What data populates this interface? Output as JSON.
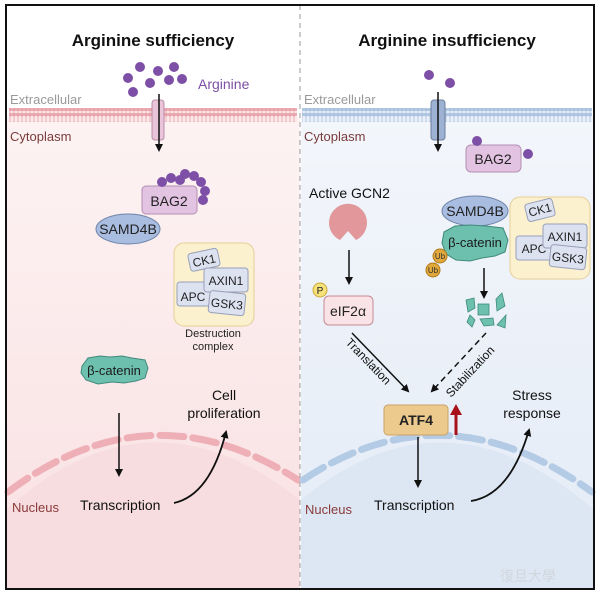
{
  "panels": {
    "left": {
      "title": "Arginine sufficiency",
      "arginine_label": "Arginine",
      "extracellular_label": "Extracellular",
      "cytoplasm_label": "Cytoplasm",
      "nucleus_label": "Nucleus",
      "bag2_label": "BAG2",
      "samd4b_label": "SAMD4B",
      "destruction_complex": {
        "ck1": "CK1",
        "axin1": "AXIN1",
        "apc": "APC",
        "gsk3": "GSK3",
        "caption_line1": "Destruction",
        "caption_line2": "complex"
      },
      "beta_catenin_label": "β-catenin",
      "transcription_label": "Transcription",
      "outcome_line1": "Cell",
      "outcome_line2": "proliferation"
    },
    "right": {
      "title": "Arginine insufficiency",
      "extracellular_label": "Extracellular",
      "cytoplasm_label": "Cytoplasm",
      "nucleus_label": "Nucleus",
      "bag2_label": "BAG2",
      "gcn2_label": "Active GCN2",
      "phospho_label": "P",
      "eif2a_label": "eIF2α",
      "samd4b_label": "SAMD4B",
      "beta_catenin_label": "β-catenin",
      "ub1_label": "Ub",
      "ub2_label": "Ub",
      "destruction_complex": {
        "ck1": "CK1",
        "axin1": "AXIN1",
        "apc": "APC",
        "gsk3": "GSK3"
      },
      "translation_label": "Translation",
      "stabilization_label": "Stabilization",
      "atf4_label": "ATF4",
      "transcription_label": "Transcription",
      "outcome_line1": "Stress",
      "outcome_line2": "response"
    }
  },
  "colors": {
    "left_bg": "#fbe9ea",
    "right_bg": "#ebf0f8",
    "left_membrane": "#e8a3ab",
    "right_membrane": "#a9c3e0",
    "arginine": "#7d4fa6",
    "bag2": "#e2c3e2",
    "samd4b": "#a9bde0",
    "beta_catenin": "#6dbfae",
    "complex_bg": "#fbf1cf",
    "complex_item": "#dde2f1",
    "atf4": "#ecc98d",
    "up_arrow": "#a8101a",
    "gcn2": "#e2979b",
    "ub": "#e0a83a",
    "phospho": "#f7e27a"
  },
  "watermark": "復旦大學"
}
